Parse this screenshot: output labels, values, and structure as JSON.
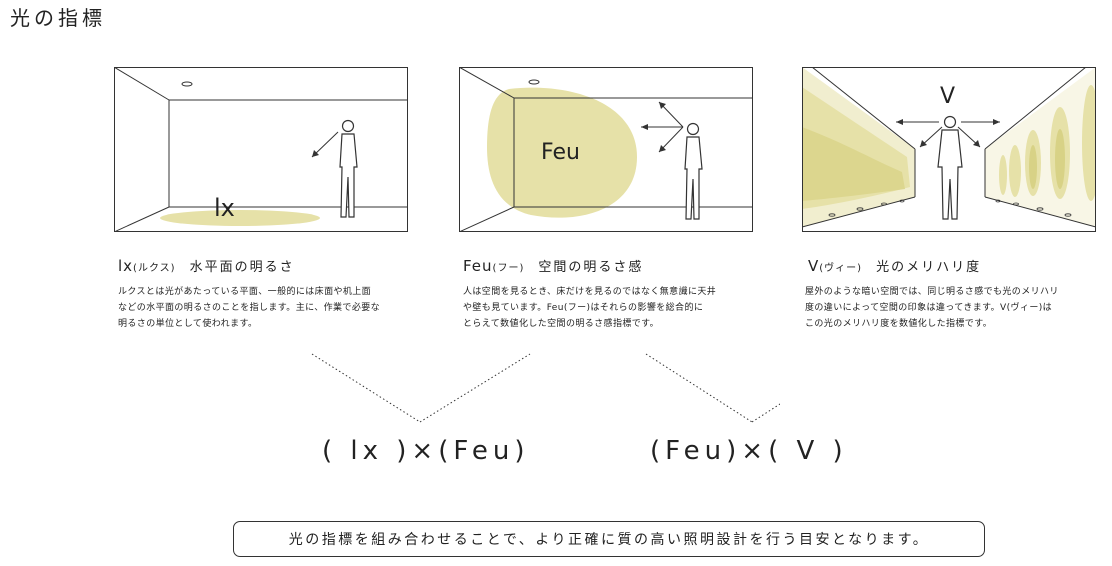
{
  "title": "光の指標",
  "panels": [
    {
      "symbol": "lx",
      "reading": "(ルクス)",
      "heading": "水平面の明るさ",
      "desc_lines": [
        "ルクスとは光があたっている平面、一般的には床面や机上面",
        "などの水平面の明るさのことを指します。主に、作業で必要な",
        "明るさの単位として使われます。"
      ]
    },
    {
      "symbol": "Feu",
      "reading": "(フー)",
      "heading": "空間の明るさ感",
      "desc_lines": [
        "人は空間を見るとき、床だけを見るのではなく無意識に天井",
        "や壁も見ています。Feu(フー)はそれらの影響を総合的に",
        "とらえて数値化した空間の明るさ感指標です。"
      ]
    },
    {
      "symbol": "V",
      "reading": "(ヴィー)",
      "heading": "光のメリハリ度",
      "desc_lines": [
        "屋外のような暗い空間では、同じ明るさ感でも光のメリハリ",
        "度の違いによって空間の印象は違ってきます。V(ヴィー)は",
        "この光のメリハリ度を数値化した指標です。"
      ]
    }
  ],
  "formulas": [
    "( lx )×(Feu)",
    "(Feu)×( V )"
  ],
  "summary": "光の指標を組み合わせることで、より正確に質の高い照明設計を行う目安となります。",
  "colors": {
    "light": "#e6e1a8",
    "line": "#333333"
  }
}
